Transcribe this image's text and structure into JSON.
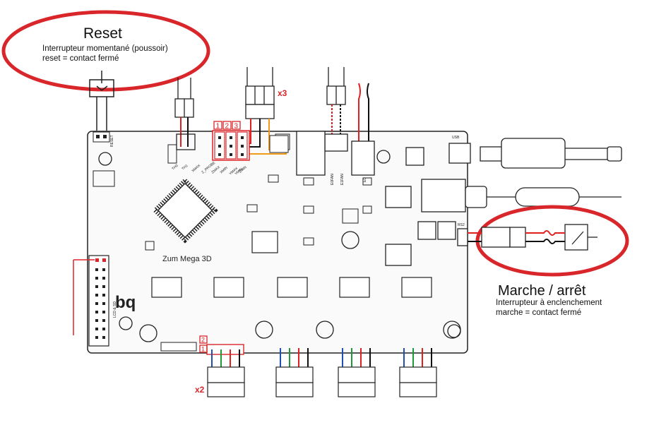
{
  "reset": {
    "title": "Reset",
    "line1": "Interrupteur momentané (poussoir)",
    "line2": "reset = contact fermé"
  },
  "power": {
    "title": "Marche / arrêt",
    "line1": "Interrupteur à enclenchement",
    "line2": "marche = contact fermé"
  },
  "board": {
    "brand": "bq",
    "model": "Zum Mega 3D",
    "silk": {
      "reset": "RESET",
      "lcd_sd": "LCD & SD",
      "usb": "USB",
      "th0": "TH0",
      "th1": "TH1",
      "xmax": "XMAX",
      "ymax": "YMAX",
      "xmin": "XMIN",
      "ymin": "YMIN",
      "zmin": "ZMIN",
      "zmax": "ZMAX",
      "probe": "Z_PROBE",
      "e0fan": "E0FAN",
      "e1fan": "E1FAN",
      "e0": "E0",
      "rs": "RS2"
    }
  },
  "callouts": {
    "x3": "x3",
    "x2": "x2",
    "n1": "1",
    "n2": "2",
    "n3": "3",
    "p2": "2",
    "p1": "1"
  },
  "colors": {
    "accent": "#d9262a",
    "wire_red": "#e02020",
    "wire_blue": "#1f4fb5",
    "wire_green": "#1f9a3a",
    "wire_black": "#111111",
    "wire_orange": "#f29a1a"
  }
}
